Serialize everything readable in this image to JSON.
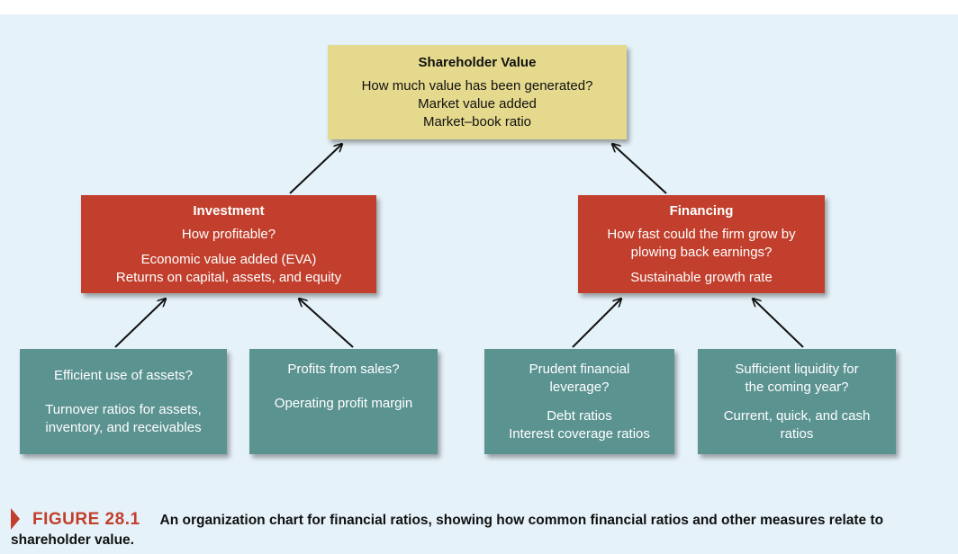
{
  "shareholder": {
    "title": "Shareholder Value",
    "question": "How much value has been generated?",
    "measures": [
      "Market value added",
      "Market–book ratio"
    ]
  },
  "investment": {
    "title": "Investment",
    "question": "How profitable?",
    "measures": [
      "Economic value added (EVA)",
      "Returns on capital, assets, and equity"
    ]
  },
  "financing": {
    "title": "Financing",
    "question": [
      "How fast could the firm grow by",
      "plowing back earnings?"
    ],
    "measures": [
      "Sustainable growth rate"
    ]
  },
  "efficient": {
    "question": "Efficient use of assets?",
    "measures": [
      "Turnover ratios for assets,",
      "inventory, and receivables"
    ]
  },
  "profits": {
    "question": "Profits from sales?",
    "measures": [
      "Operating profit margin"
    ]
  },
  "prudent": {
    "question": [
      "Prudent financial",
      "leverage?"
    ],
    "measures": [
      "Debt ratios",
      "Interest coverage ratios"
    ]
  },
  "liquidity": {
    "question": [
      "Sufficient liquidity for",
      "the coming year?"
    ],
    "measures": [
      "Current, quick, and cash",
      "ratios"
    ]
  },
  "caption": {
    "label": "FIGURE 28.1",
    "text": "An organization chart for financial ratios, showing how common financial ratios and other measures relate to shareholder value."
  },
  "colors": {
    "top_box": "#e5d98d",
    "middle_box": "#c13f2c",
    "bottom_box": "#5b9391",
    "background": "#e6f2f9"
  }
}
